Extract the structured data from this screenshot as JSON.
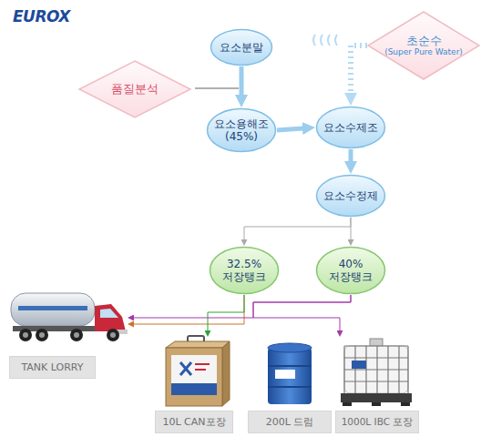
{
  "diagram": {
    "nodes": [
      {
        "text": [
          "요소분말"
        ]
      },
      {
        "text": [
          "초순수",
          "(Super Pure Water)"
        ]
      },
      {
        "text": [
          "품질분석"
        ]
      },
      {
        "text": [
          "요소용해조 (45%)"
        ]
      },
      {
        "text": [
          "요소수제조"
        ]
      },
      {
        "text": [
          "요소수정제"
        ]
      },
      {
        "text": [
          "32.5% 저장탱크"
        ]
      },
      {
        "text": [
          "40% 저장탱크"
        ]
      },
      {
        "text": [
          "TANK LORRY"
        ]
      },
      {
        "text": [
          "10L CAN포장"
        ]
      },
      {
        "text": [
          "200L 드럼"
        ]
      },
      {
        "text": [
          "1000L IBC 포장"
        ]
      }
    ],
    "edges": [
      {
        "from": 0,
        "to": 3,
        "arrow": "to"
      },
      {
        "from": 1,
        "to": 4,
        "arrow": "to"
      },
      {
        "from": 3,
        "to": 4,
        "arrow": "to"
      },
      {
        "from": 4,
        "to": 5,
        "arrow": "to"
      },
      {
        "from": 5,
        "to": 6,
        "arrow": "to"
      },
      {
        "from": 5,
        "to": 7,
        "arrow": "to"
      },
      {
        "from": 6,
        "to": 8,
        "arrow": "to"
      },
      {
        "from": 6,
        "to": 9,
        "arrow": "to"
      },
      {
        "from": 7,
        "to": 8,
        "arrow": "to"
      },
      {
        "from": 7,
        "to": 11,
        "arrow": "to"
      }
    ],
    "labels": [
      "EUROX"
    ]
  }
}
